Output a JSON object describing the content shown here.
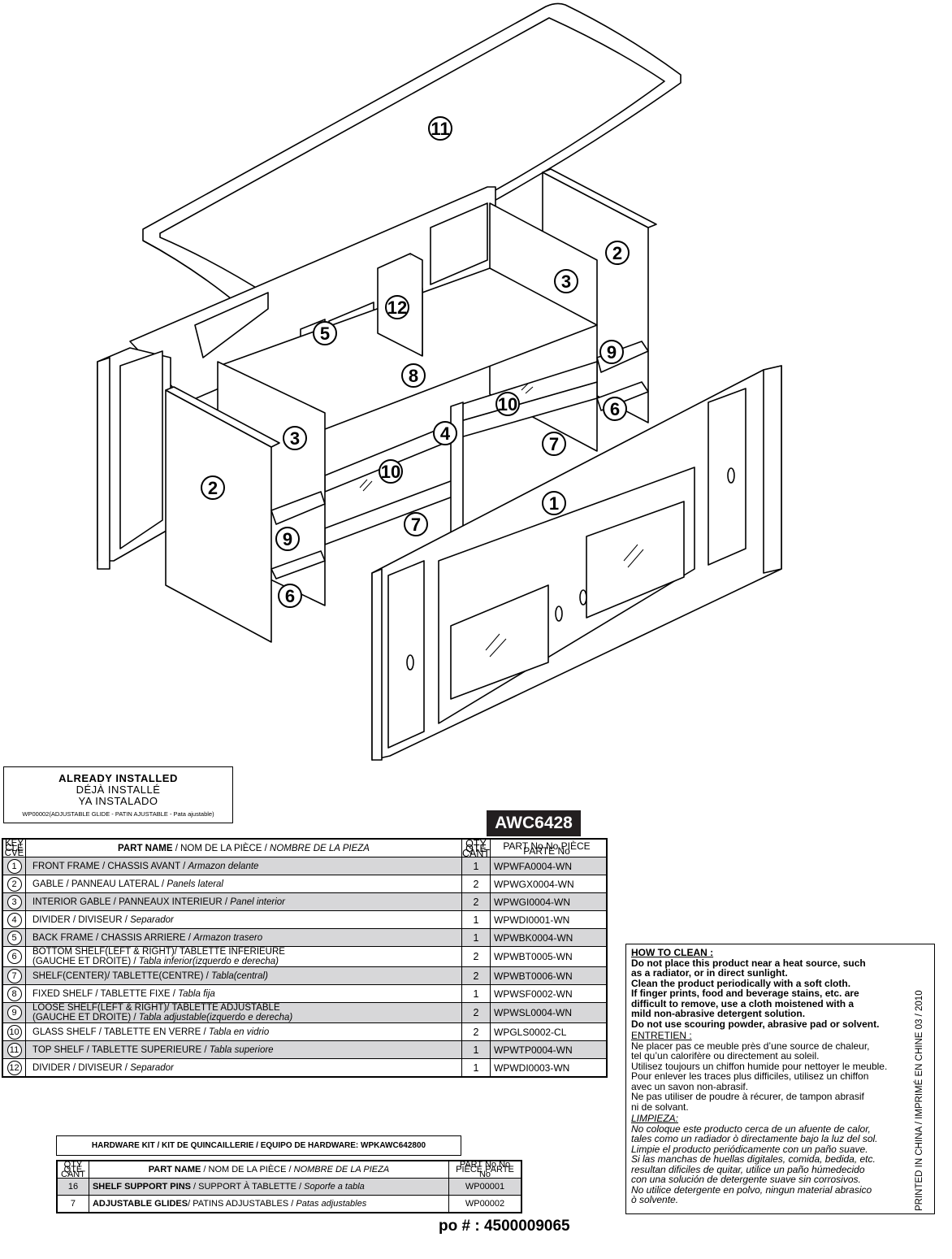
{
  "callouts": [
    "11",
    "2",
    "3",
    "12",
    "5",
    "9",
    "8",
    "6",
    "10",
    "4",
    "7",
    "3",
    "2",
    "10",
    "1",
    "7",
    "9",
    "6"
  ],
  "already_installed": {
    "line1": "ALREADY INSTALLED",
    "line2": "DÉJÀ INSTALLÉ",
    "line3": "YA INSTALADO",
    "note": "WP00002(ADJUSTABLE GLIDE - PATIN AJUSTABLE - Pata ajustable)"
  },
  "model": "AWC6428",
  "parts_table": {
    "key_header": "KEY CLE CVE",
    "name_header_bold": "PART NAME",
    "name_header_rest": " / NOM DE LA PIÈCE / ",
    "name_header_italic": "NOMBRE DE LA PIEZA",
    "qty_header": "QTY QTÉ CANT",
    "partno_header": "PART No No PIÈCE PARTE No",
    "rows": [
      {
        "key": "1",
        "name": "FRONT FRAME / CHASSIS AVANT / ",
        "name_es": "Armazon delante",
        "qty": "1",
        "part": "WPWFA0004-WN",
        "shade": true
      },
      {
        "key": "2",
        "name": "GABLE / PANNEAU LATERAL / ",
        "name_es": "Panels lateral",
        "qty": "2",
        "part": "WPWGX0004-WN",
        "shade": false
      },
      {
        "key": "3",
        "name": "INTERIOR GABLE / PANNEAUX INTERIEUR / ",
        "name_es": "Panel interior",
        "qty": "2",
        "part": "WPWGI0004-WN",
        "shade": true
      },
      {
        "key": "4",
        "name": "DIVIDER / DIVISEUR / ",
        "name_es": "Separador",
        "qty": "1",
        "part": "WPWDI0001-WN",
        "shade": false
      },
      {
        "key": "5",
        "name": "BACK FRAME / CHASSIS ARRIERE / ",
        "name_es": "Armazon trasero",
        "qty": "1",
        "part": "WPWBK0004-WN",
        "shade": true
      },
      {
        "key": "6",
        "name": "BOTTOM SHELF(LEFT & RIGHT)/ TABLETTE INFERIEURE",
        "name2": "(GAUCHE ET DROITE) / ",
        "name_es": "Tabla inferior(izquerdo e derecha)",
        "qty": "2",
        "part": "WPWBT0005-WN",
        "shade": false
      },
      {
        "key": "7",
        "name": "SHELF(CENTER)/ TABLETTE(CENTRE) / ",
        "name_es": "Tabla(central)",
        "qty": "2",
        "part": "WPWBT0006-WN",
        "shade": true
      },
      {
        "key": "8",
        "name": "FIXED SHELF / TABLETTE FIXE / ",
        "name_es": "Tabla fija",
        "qty": "1",
        "part": "WPWSF0002-WN",
        "shade": false
      },
      {
        "key": "9",
        "name": "LOOSE SHELF(LEFT & RIGHT)/ TABLETTE ADJUSTABLE",
        "name2": "(GAUCHE ET DROITE) / ",
        "name_es": "Tabla adjustable(izquerdo e derecha)",
        "qty": "2",
        "part": "WPWSL0004-WN",
        "shade": true
      },
      {
        "key": "10",
        "name": "GLASS SHELF / TABLETTE EN VERRE / ",
        "name_es": "Tabla en vidrio",
        "qty": "2",
        "part": "WPGLS0002-CL",
        "shade": false
      },
      {
        "key": "11",
        "name": "TOP SHELF / TABLETTE SUPERIEURE / ",
        "name_es": "Tabla superiore",
        "qty": "1",
        "part": "WPWTP0004-WN",
        "shade": true
      },
      {
        "key": "12",
        "name": "DIVIDER / DIVISEUR / ",
        "name_es": "Separador",
        "qty": "1",
        "part": "WPWDI0003-WN",
        "shade": false
      }
    ]
  },
  "hardware": {
    "title": "HARDWARE KIT / KIT DE QUINCAILLERIE /  EQUIPO DE HARDWARE: WPKAWC642800",
    "qty_header": "QTY QTÉ CANT",
    "name_header_bold": "PART NAME",
    "name_header_rest": " / NOM DE LA PIÈCE / ",
    "name_header_italic": "NOMBRE DE LA PIEZA",
    "partno_header": "PART No No PIÈCE PARTE No",
    "rows": [
      {
        "qty": "16",
        "name_bold": "SHELF SUPPORT PINS",
        "name": " / SUPPORT À TABLETTE / ",
        "name_es": "Soporfe a tabla",
        "part": "WP00001",
        "shade": true
      },
      {
        "qty": "7",
        "name_bold": "ADJUSTABLE GLIDES",
        "name": "/ PATINS ADJUSTABLES / ",
        "name_es": "Patas adjustables",
        "part": "WP00002",
        "shade": false
      }
    ]
  },
  "po": "po # : 4500009065",
  "cleaning": {
    "title": "HOW TO CLEAN :",
    "en": [
      "Do not place this product near a heat source, such",
      "as a radiator, or in direct sunlight.",
      "Clean the product periodically with a soft cloth.",
      "If finger prints, food and beverage stains, etc. are",
      "difficult to remove, use a cloth moistened with a",
      "mild non-abrasive detergent solution.",
      "Do not use scouring powder, abrasive pad or solvent."
    ],
    "fr_title": "ENTRETIEN :",
    "fr": [
      "Ne placer pas ce meuble près d’une source de chaleur,",
      "tel qu’un calorifère ou directement au soleil.",
      "Utilisez toujours un chiffon humide pour nettoyer le meuble.",
      "Pour enlever les traces plus difficiles, utilisez un chiffon",
      "avec un savon non-abrasif.",
      "Ne pas utiliser de poudre à récurer, de tampon abrasif",
      "ni de solvant."
    ],
    "es_title": "LIMPIEZA:",
    "es": [
      "No coloque este producto cerca de un afuente de calor,",
      "tales como un radiador ò directamente bajo la luz del sol.",
      "Limpie el producto periódicamente con un paño suave.",
      "Si las manchas de huellas digitales, comida, bedida, etc.",
      "resultan dificiles de quitar, utilice un paño húmedecido",
      "con una solución de detergente suave sin corrosivos.",
      "No utilice detergente en polvo, ningun material abrasico",
      "ò solvente."
    ]
  },
  "printed": "PRINTED IN CHINA / IMPRIMÉ EN CHINE   03 / 2010"
}
